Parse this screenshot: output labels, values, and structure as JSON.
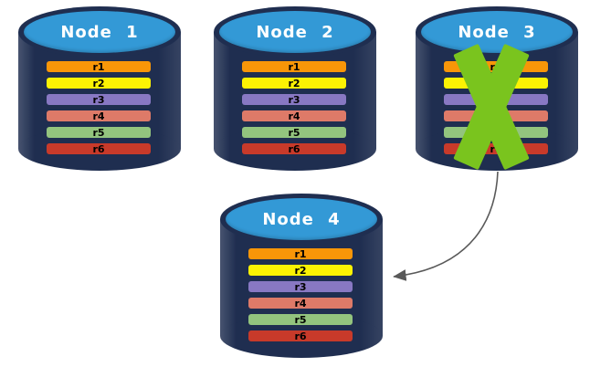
{
  "diagram": {
    "nodes": [
      {
        "label": "Node 1",
        "rows": [
          {
            "label": "r1",
            "color": "#F89608"
          },
          {
            "label": "r2",
            "color": "#FCF203"
          },
          {
            "label": "r3",
            "color": "#8878C3"
          },
          {
            "label": "r4",
            "color": "#DE7A68"
          },
          {
            "label": "r5",
            "color": "#93C47E"
          },
          {
            "label": "r6",
            "color": "#C83A2A"
          }
        ]
      },
      {
        "label": "Node 2",
        "rows": [
          {
            "label": "r1",
            "color": "#F89608"
          },
          {
            "label": "r2",
            "color": "#FCF203"
          },
          {
            "label": "r3",
            "color": "#8878C3"
          },
          {
            "label": "r4",
            "color": "#DE7A68"
          },
          {
            "label": "r5",
            "color": "#93C47E"
          },
          {
            "label": "r6",
            "color": "#C83A2A"
          }
        ]
      },
      {
        "label": "Node 3",
        "rows": [
          {
            "label": "r1",
            "color": "#F89608"
          },
          {
            "label": "r2",
            "color": "#FCF203"
          },
          {
            "label": "r3",
            "color": "#8878C3"
          },
          {
            "label": "r4",
            "color": "#DE7A68"
          },
          {
            "label": "r5",
            "color": "#93C47E"
          },
          {
            "label": "r6",
            "color": "#C83A2A"
          }
        ]
      },
      {
        "label": "Node 4",
        "rows": [
          {
            "label": "r1",
            "color": "#F89608"
          },
          {
            "label": "r2",
            "color": "#FCF203"
          },
          {
            "label": "r3",
            "color": "#8878C3"
          },
          {
            "label": "r4",
            "color": "#DE7A68"
          },
          {
            "label": "r5",
            "color": "#93C47E"
          },
          {
            "label": "r6",
            "color": "#C83A2A"
          }
        ]
      }
    ],
    "failure_mark": {
      "on_node": "Node 3",
      "icon": "green-x-icon",
      "color": "#7AC41E"
    },
    "arrow": {
      "from": "Node 3",
      "to": "Node 4",
      "color": "#595959"
    },
    "palette": {
      "cylinder_body": "#1F2E50",
      "cylinder_cap": "#3399D6",
      "title_text": "#FFFFFF",
      "row_text": "#000000",
      "background": "#FFFFFF"
    }
  }
}
